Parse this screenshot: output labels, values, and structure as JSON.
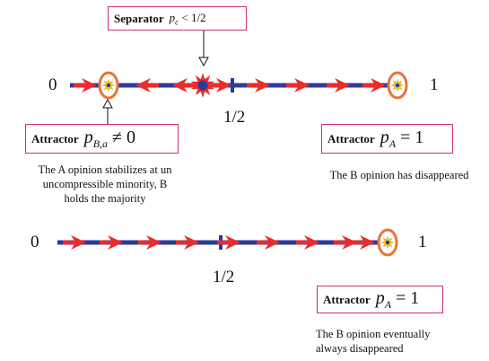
{
  "upper_line": {
    "left_label": "0",
    "right_label": "1",
    "mid_label": "1/2",
    "separator": {
      "word": "Separator",
      "math": "p",
      "sub": "c",
      "rel": " < 1/2"
    },
    "attractor_left": {
      "word": "Attractor",
      "math": "p",
      "sub": "B,a",
      "rel": " ≠ 0"
    },
    "attractor_right": {
      "word": "Attractor",
      "math": "p",
      "sub": "A",
      "rel": " = 1"
    },
    "caption_left": [
      "The A opinion stabilizes at un",
      "uncompressible minority, B",
      "holds the majority"
    ],
    "caption_right": "The B opinion has disappeared"
  },
  "lower_line": {
    "left_label": "0",
    "right_label": "1",
    "mid_label": "1/2",
    "attractor_right": {
      "word": "Attractor",
      "math": "p",
      "sub": "A",
      "rel": " = 1"
    },
    "caption_right": [
      "The B opinion eventually",
      "always disappeared"
    ]
  },
  "colors": {
    "line": "#2c3a9e",
    "arrow": "#ec2b2b",
    "box_border": "#cc2f7a",
    "attractor_ring": "#e8743a",
    "attractor_core": "#f4d21c",
    "separator_star": "#ec2b2b",
    "separator_dot": "#2c3a9e"
  }
}
